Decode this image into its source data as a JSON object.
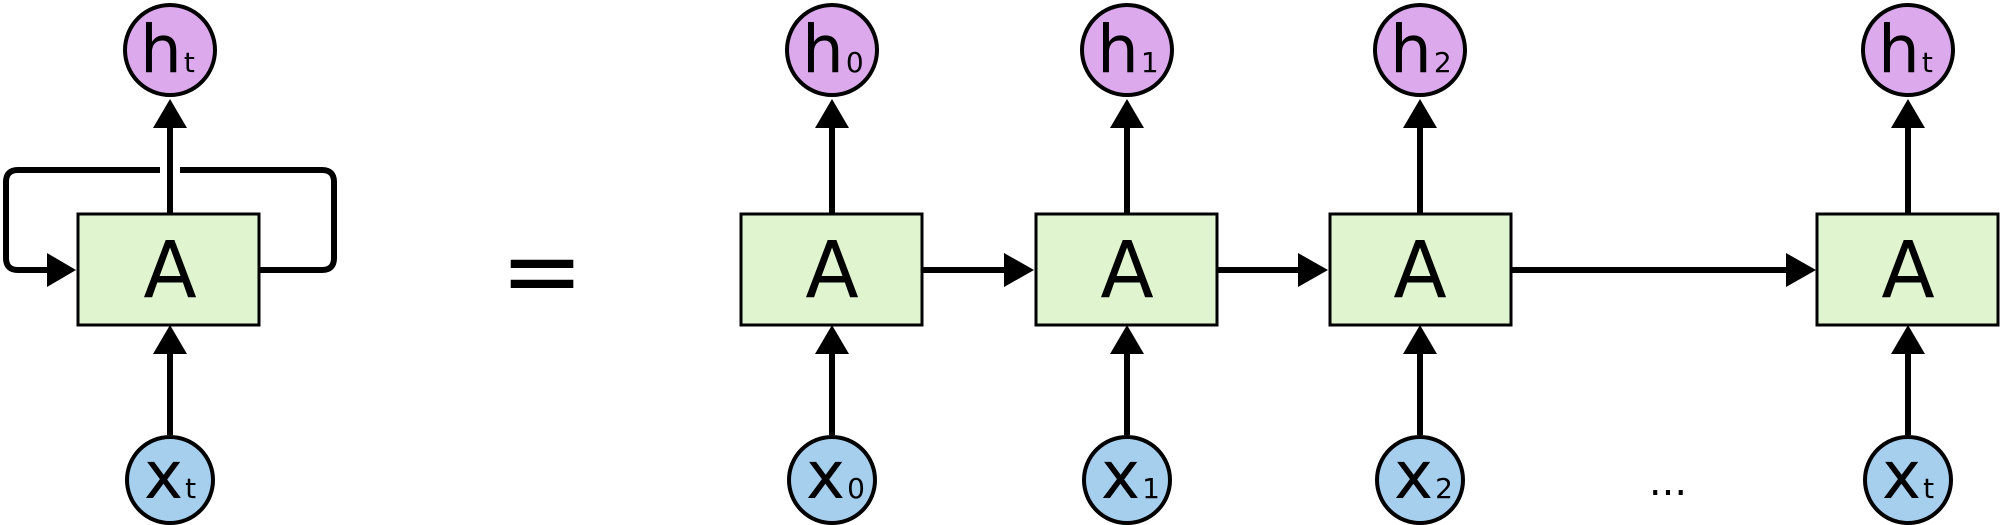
{
  "folded": {
    "cell_label": "A",
    "output": {
      "main": "h",
      "sub": "t"
    },
    "input": {
      "main": "x",
      "sub": "t"
    }
  },
  "equals_sign": "=",
  "unrolled": {
    "cells": [
      {
        "label": "A",
        "output": {
          "main": "h",
          "sub": "0"
        },
        "input": {
          "main": "x",
          "sub": "0"
        }
      },
      {
        "label": "A",
        "output": {
          "main": "h",
          "sub": "1"
        },
        "input": {
          "main": "x",
          "sub": "1"
        }
      },
      {
        "label": "A",
        "output": {
          "main": "h",
          "sub": "2"
        },
        "input": {
          "main": "x",
          "sub": "2"
        }
      },
      {
        "label": "A",
        "output": {
          "main": "h",
          "sub": "t"
        },
        "input": {
          "main": "x",
          "sub": "t"
        }
      }
    ],
    "ellipsis": "..."
  },
  "colors": {
    "cell_fill": "#e0f5cf",
    "output_node_fill": "#dcaaec",
    "input_node_fill": "#a6cfee",
    "stroke": "#000000"
  }
}
